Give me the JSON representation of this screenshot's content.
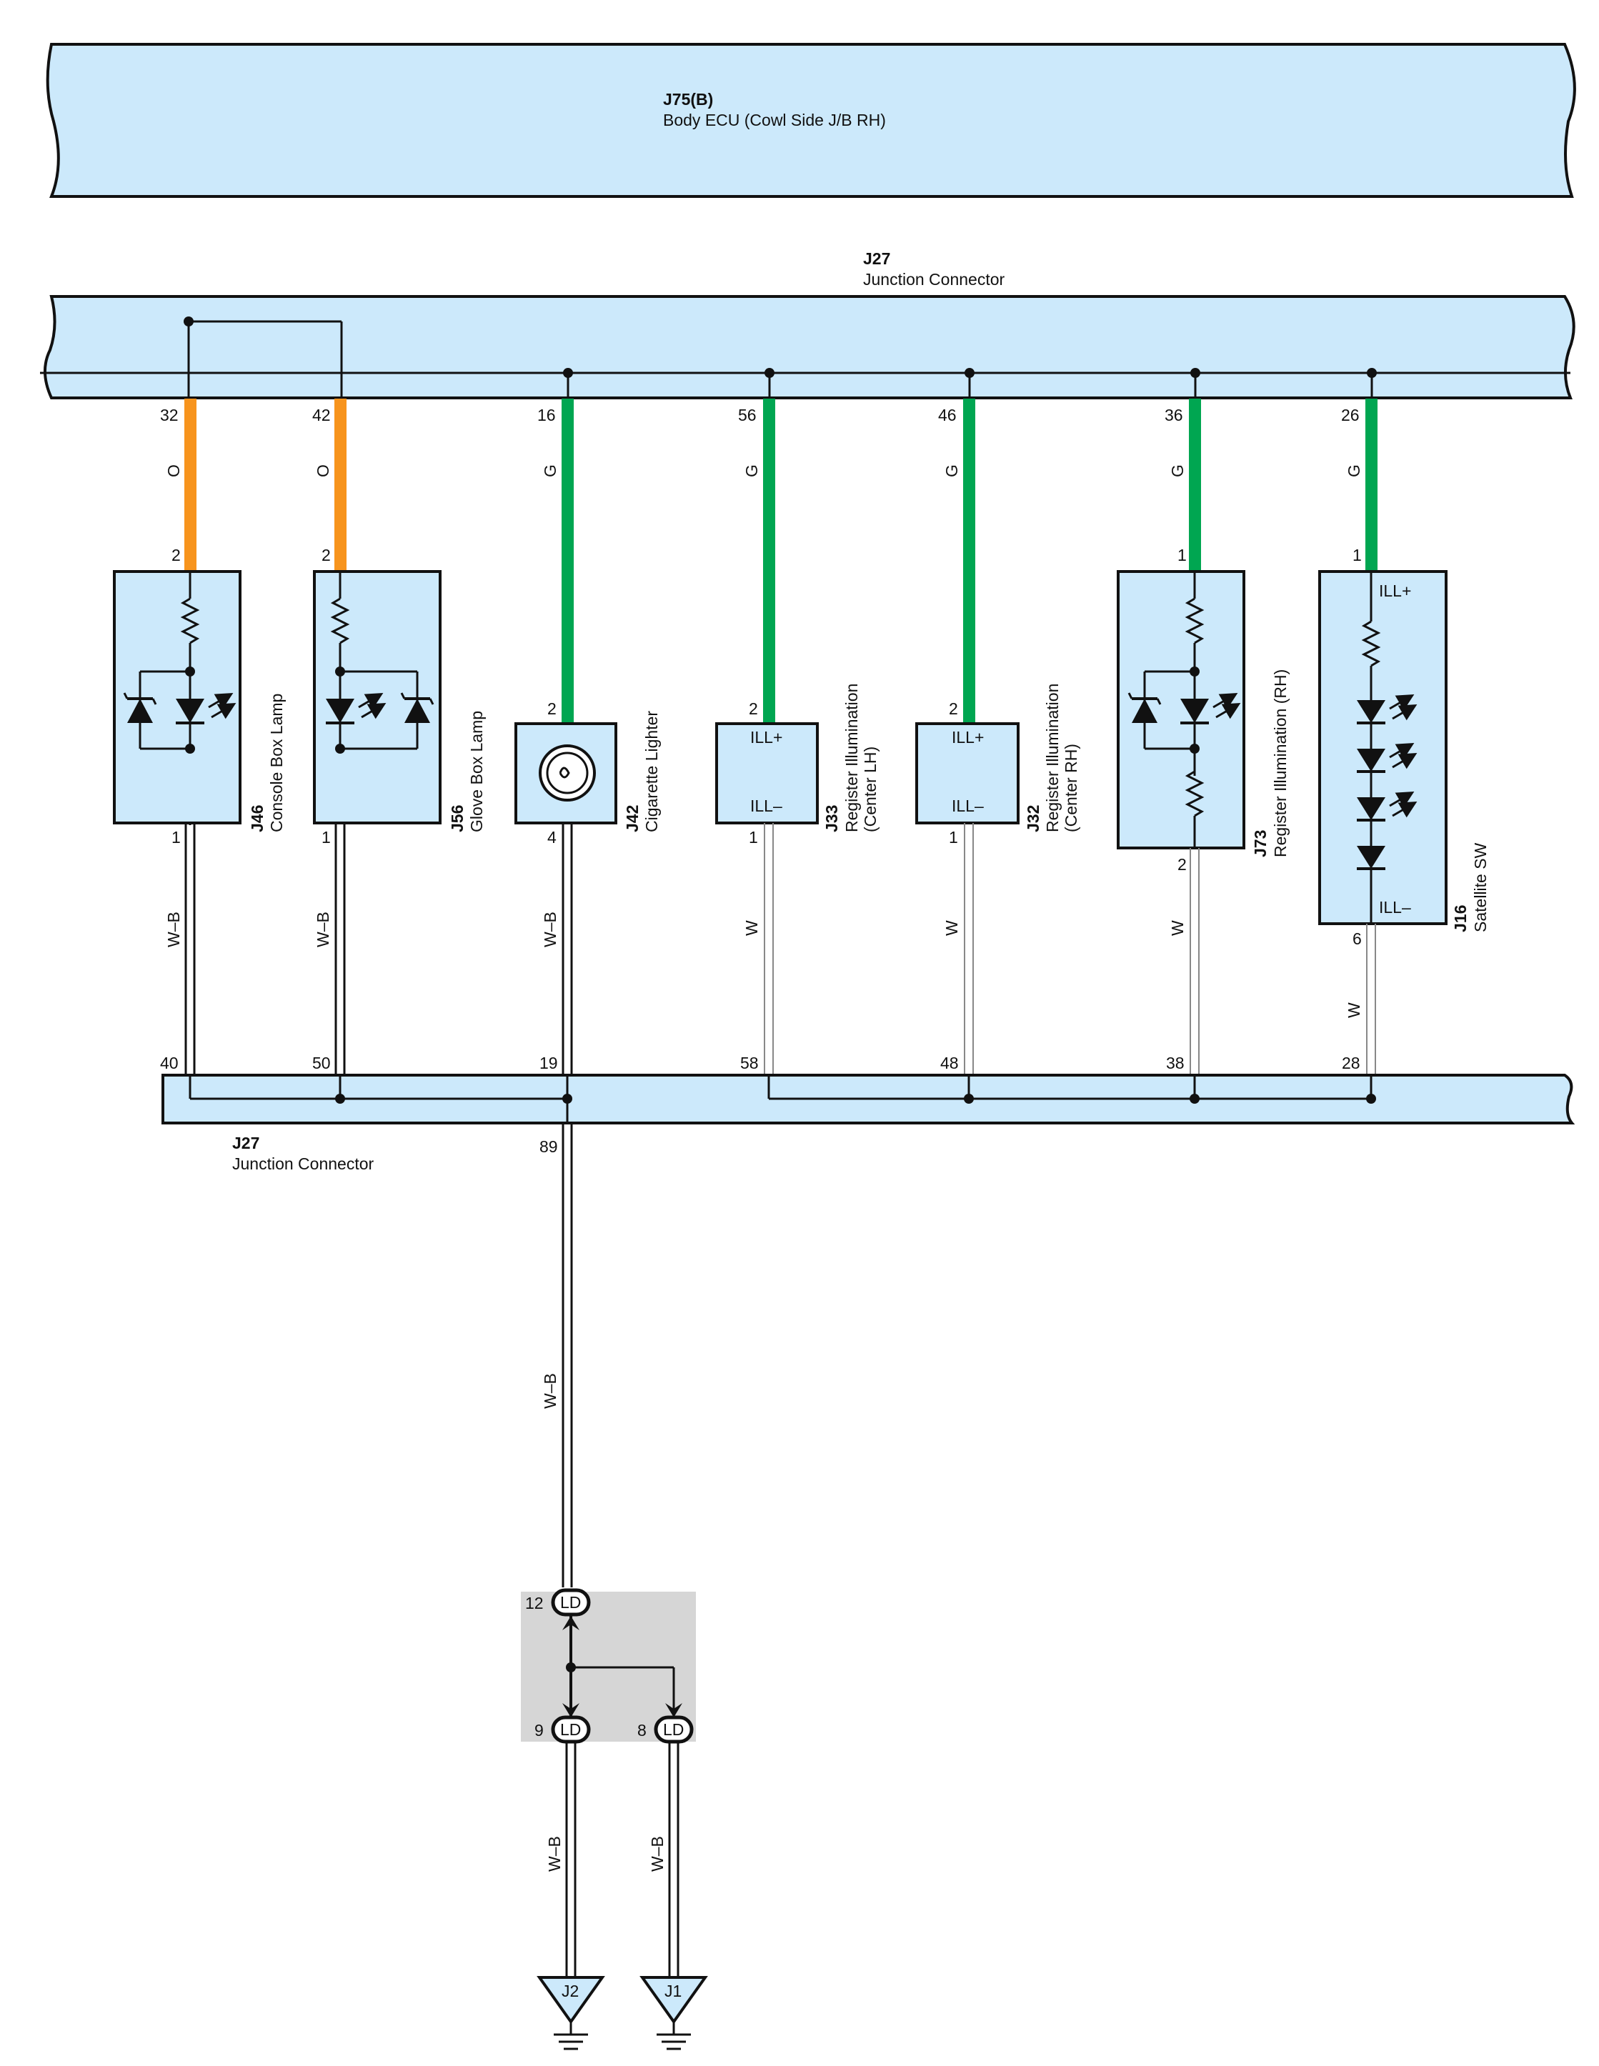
{
  "colors": {
    "connector_fill": "#cce9fb",
    "orange_wire": "#f7941d",
    "green_wire": "#00a651",
    "splice_fill": "#d6d6d6"
  },
  "ecu": {
    "code": "J75(B)",
    "name": "Body ECU (Cowl Side J/B RH)"
  },
  "jc_top": {
    "code": "J27",
    "name": "Junction Connector"
  },
  "jc_bottom": {
    "code": "J27",
    "name": "Junction Connector",
    "out_pin": "89"
  },
  "splice": {
    "in_pin": "12",
    "out_pin_left": "9",
    "out_pin_right": "8",
    "terminal_label": "LD"
  },
  "components": [
    {
      "id": "j46",
      "code": "J46",
      "name": "Console Box Lamp",
      "top_pin": "32",
      "wire_color": "O",
      "comp_top_pin": "2",
      "comp_bot_pin": "1",
      "bot_wire_color": "W–B",
      "bus_bot_pin": "40"
    },
    {
      "id": "j56",
      "code": "J56",
      "name": "Glove Box Lamp",
      "top_pin": "42",
      "wire_color": "O",
      "comp_top_pin": "2",
      "comp_bot_pin": "1",
      "bot_wire_color": "W–B",
      "bus_bot_pin": "50"
    },
    {
      "id": "j42",
      "code": "J42",
      "name": "Cigarette Lighter",
      "top_pin": "16",
      "wire_color": "G",
      "comp_top_pin": "2",
      "comp_bot_pin": "4",
      "bot_wire_color": "W–B",
      "bus_bot_pin": "19"
    },
    {
      "id": "j33",
      "code": "J33",
      "name": "Register Illumination",
      "name2": "(Center LH)",
      "top_pin": "56",
      "wire_color": "G",
      "comp_top_pin": "2",
      "comp_bot_pin": "1",
      "bot_wire_color": "W",
      "bus_bot_pin": "58",
      "ill_plus": "ILL+",
      "ill_minus": "ILL–"
    },
    {
      "id": "j32",
      "code": "J32",
      "name": "Register Illumination",
      "name2": "(Center RH)",
      "top_pin": "46",
      "wire_color": "G",
      "comp_top_pin": "2",
      "comp_bot_pin": "1",
      "bot_wire_color": "W",
      "bus_bot_pin": "48",
      "ill_plus": "ILL+",
      "ill_minus": "ILL–"
    },
    {
      "id": "j73",
      "code": "J73",
      "name": "Register Illumination (RH)",
      "top_pin": "36",
      "wire_color": "G",
      "comp_top_pin": "1",
      "comp_bot_pin": "2",
      "bot_wire_color": "W",
      "bus_bot_pin": "38"
    },
    {
      "id": "j16",
      "code": "J16",
      "name": "Satellite SW",
      "top_pin": "26",
      "wire_color": "G",
      "comp_top_pin": "1",
      "comp_bot_pin": "6",
      "bot_wire_color": "W",
      "bus_bot_pin": "28",
      "ill_plus": "ILL+",
      "ill_minus": "ILL–"
    }
  ],
  "ground_wires": [
    {
      "color": "W–B",
      "label": "J2"
    },
    {
      "color": "W–B",
      "label": "J1"
    }
  ],
  "main_ground_wire": "W–B"
}
